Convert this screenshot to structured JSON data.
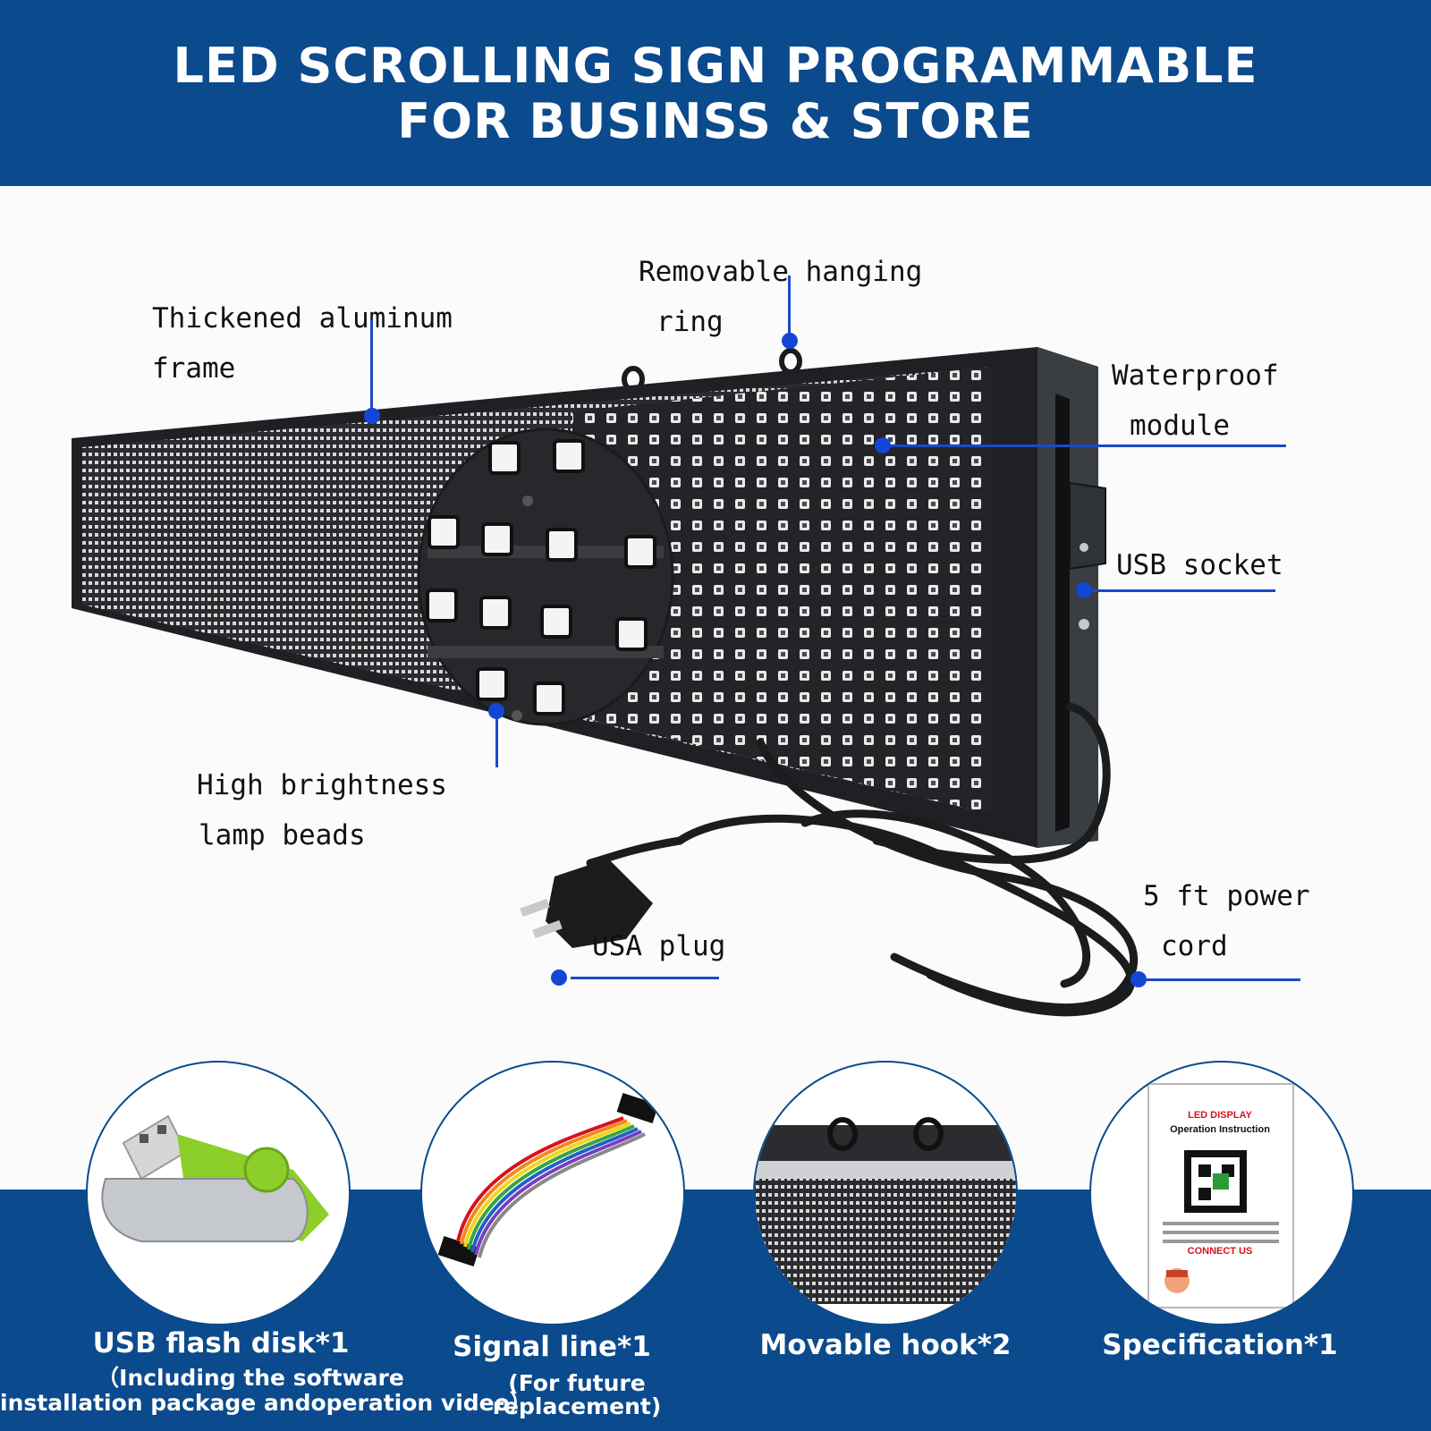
{
  "header": {
    "title_line1": "LED SCROLLING SIGN PROGRAMMABLE",
    "title_line2": "FOR BUSINSS & STORE"
  },
  "callouts": {
    "frame": [
      "Thickened aluminum",
      "frame"
    ],
    "ring": [
      "Removable hanging",
      "ring"
    ],
    "waterproof": [
      "Waterproof",
      "module"
    ],
    "usb_socket": [
      "USB socket"
    ],
    "beads": [
      "High brightness",
      "lamp beads"
    ],
    "plug": [
      "USA plug"
    ],
    "cord": [
      "5 ft power",
      "cord"
    ]
  },
  "accessories": [
    {
      "label": "USB flash disk*1",
      "sub": [
        "（Including the software",
        "installation package andoperation video）"
      ]
    },
    {
      "label": "Signal line*1",
      "sub": [
        "(For future",
        "replacement)"
      ]
    },
    {
      "label": "Movable hook*2",
      "sub": []
    },
    {
      "label": "Specification*1",
      "sub": []
    }
  ],
  "manual": {
    "title": "LED DISPLAY",
    "subtitle": "Operation Instruction",
    "contact": "CONNECT US"
  },
  "colors": {
    "brand_blue": "#0b4a8c",
    "callout_blue": "#1a49c9",
    "usb_green": "#8ccf2a",
    "manual_red": "#d6131f"
  }
}
